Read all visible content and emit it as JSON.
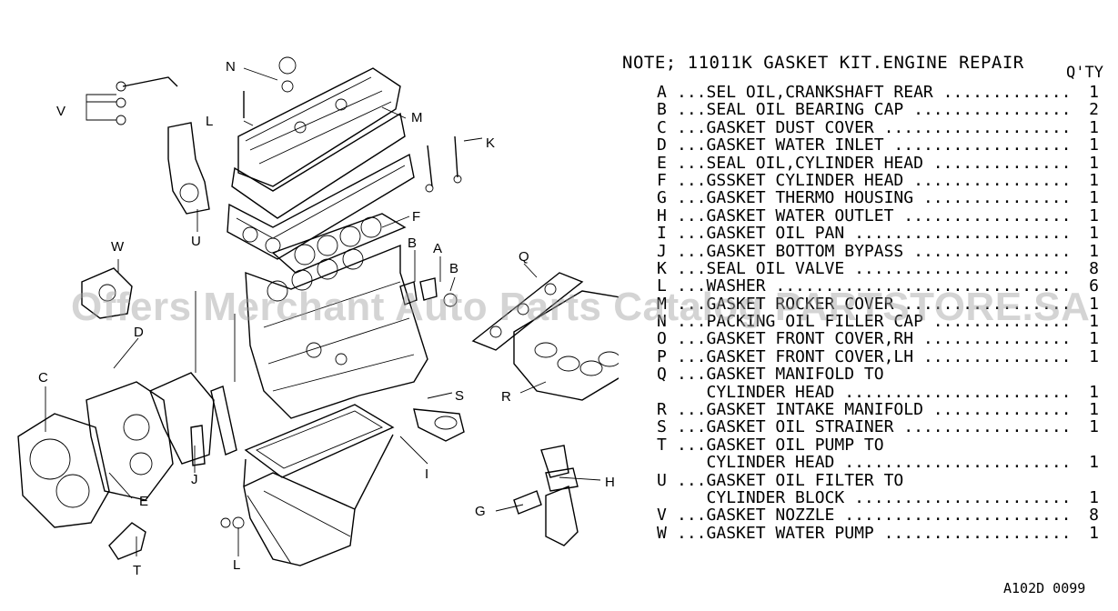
{
  "note": {
    "title": "NOTE; 11011K GASKET KIT.ENGINE REPAIR",
    "qty_header": "Q'TY"
  },
  "parts": [
    {
      "letter": "A",
      "desc": "SEL OIL,CRANKSHAFT REAR",
      "qty": "1"
    },
    {
      "letter": "B",
      "desc": "SEAL OIL BEARING CAP",
      "qty": "2"
    },
    {
      "letter": "C",
      "desc": "GASKET DUST COVER",
      "qty": "1"
    },
    {
      "letter": "D",
      "desc": "GASKET WATER INLET",
      "qty": "1"
    },
    {
      "letter": "E",
      "desc": "SEAL OIL,CYLINDER HEAD",
      "qty": "1"
    },
    {
      "letter": "F",
      "desc": "GSSKET CYLINDER HEAD",
      "qty": "1"
    },
    {
      "letter": "G",
      "desc": "GASKET THERMO HOUSING",
      "qty": "1"
    },
    {
      "letter": "H",
      "desc": "GASKET WATER OUTLET",
      "qty": "1"
    },
    {
      "letter": "I",
      "desc": "GASKET OIL PAN",
      "qty": "1"
    },
    {
      "letter": "J",
      "desc": "GASKET BOTTOM BYPASS",
      "qty": "1"
    },
    {
      "letter": "K",
      "desc": "SEAL OIL VALVE",
      "qty": "8"
    },
    {
      "letter": "L",
      "desc": "WASHER",
      "qty": "6"
    },
    {
      "letter": "M",
      "desc": "GASKET ROCKER COVER",
      "qty": "1"
    },
    {
      "letter": "N",
      "desc": "PACKING OIL FILLER CAP",
      "qty": "1"
    },
    {
      "letter": "O",
      "desc": "GASKET FRONT COVER,RH",
      "qty": "1"
    },
    {
      "letter": "P",
      "desc": "GASKET FRONT COVER,LH",
      "qty": "1"
    },
    {
      "letter": "Q",
      "desc": "GASKET MANIFOLD TO",
      "qty": ""
    },
    {
      "letter": "",
      "desc": "CYLINDER HEAD",
      "qty": "1"
    },
    {
      "letter": "R",
      "desc": "GASKET INTAKE MANIFOLD",
      "qty": "1"
    },
    {
      "letter": "S",
      "desc": "GASKET OIL STRAINER",
      "qty": "1"
    },
    {
      "letter": "T",
      "desc": "GASKET OIL PUMP TO",
      "qty": ""
    },
    {
      "letter": "",
      "desc": "CYLINDER HEAD",
      "qty": "1"
    },
    {
      "letter": "U",
      "desc": "GASKET OIL FILTER TO",
      "qty": ""
    },
    {
      "letter": "",
      "desc": "CYLINDER BLOCK",
      "qty": "1"
    },
    {
      "letter": "V",
      "desc": "GASKET NOZZLE",
      "qty": "8"
    },
    {
      "letter": "W",
      "desc": "GASKET WATER PUMP",
      "qty": "1"
    }
  ],
  "callouts": [
    "N",
    "L",
    "M",
    "K",
    "V",
    "U",
    "F",
    "W",
    "B",
    "A",
    "B",
    "Q",
    "D",
    "C",
    "E",
    "J",
    "R",
    "S",
    "I",
    "H",
    "G",
    "L",
    "T"
  ],
  "watermark": "Offers Merchant Auto Parts Catalog PARTSTORE.SA",
  "reference_code": "A102D 0099"
}
